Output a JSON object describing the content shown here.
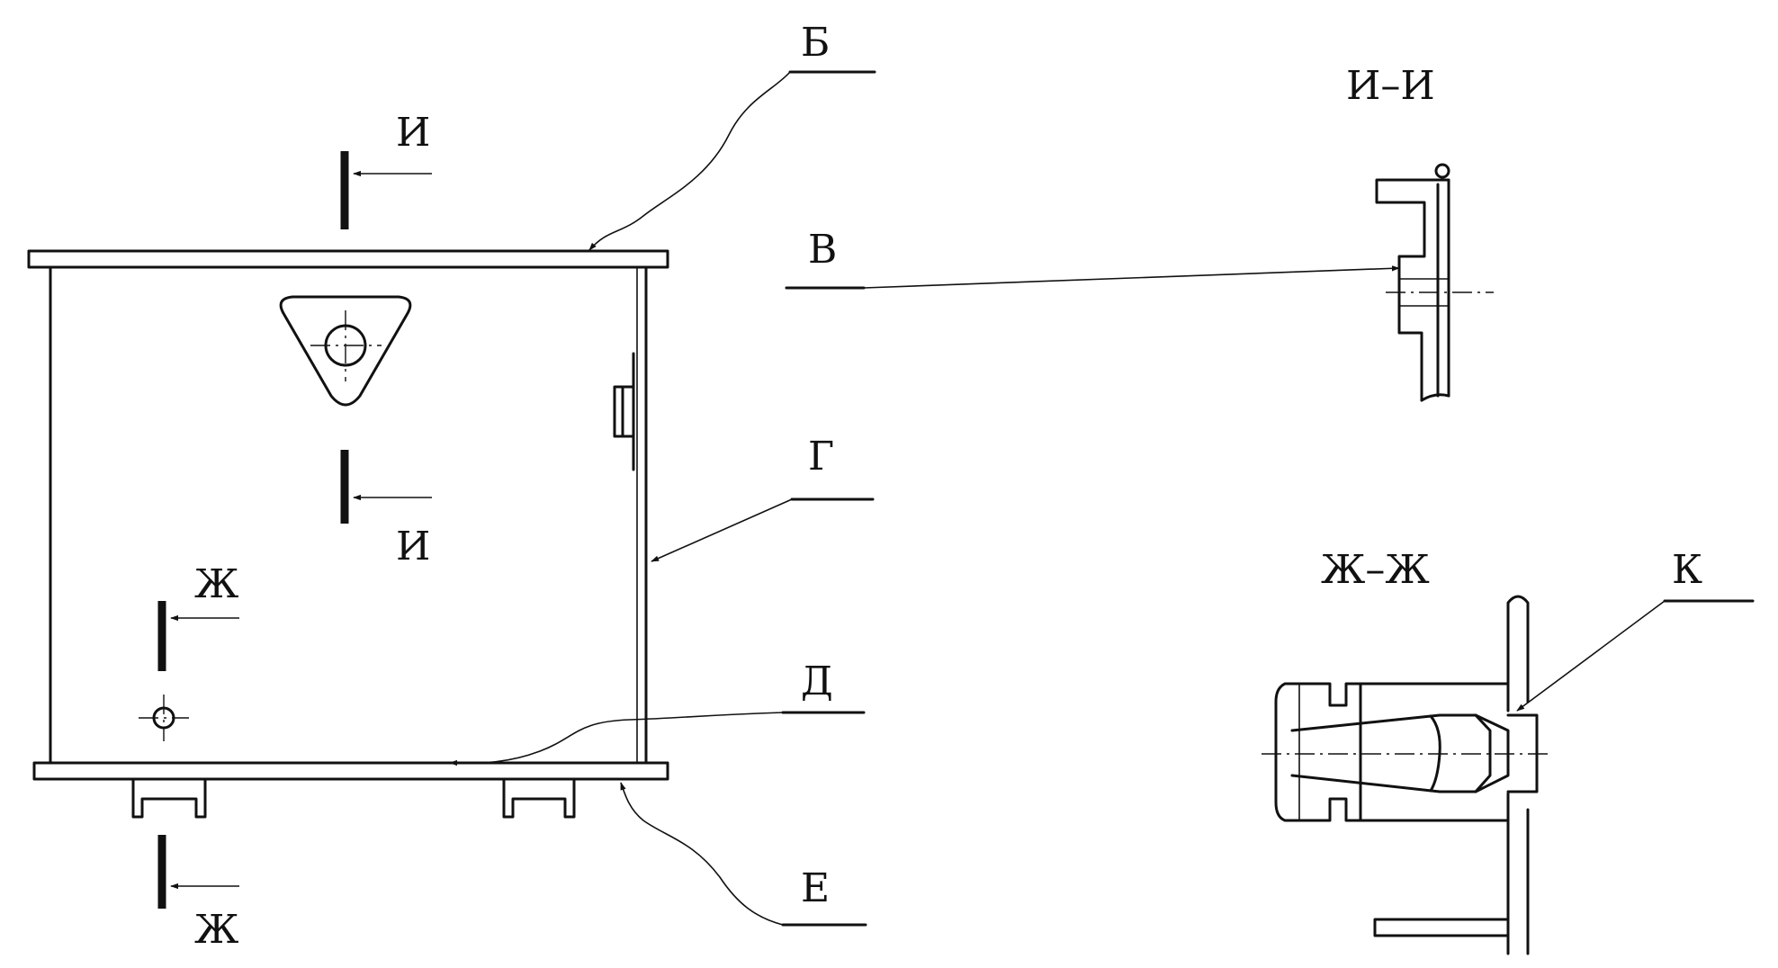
{
  "labels": {
    "b": "Б",
    "v": "В",
    "g": "Г",
    "d": "Д",
    "e": "Е",
    "k": "К",
    "i": "И",
    "zh": "Ж",
    "section_i": "И–И",
    "section_zh": "Ж–Ж"
  }
}
